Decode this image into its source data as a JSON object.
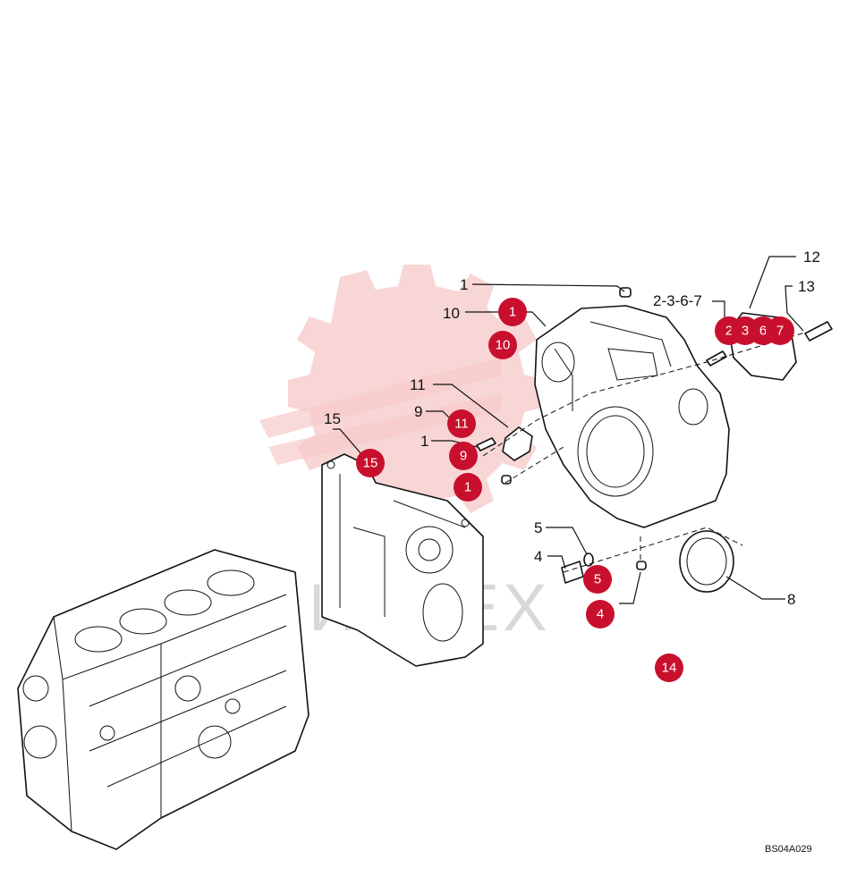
{
  "watermark": {
    "text": "ИНТЕХ",
    "color": "#f2b5b5"
  },
  "drawing_code": "BS04A029",
  "accent_color": "#c8102e",
  "callouts": [
    {
      "id": "c-1-top",
      "label": "1"
    },
    {
      "id": "c-10",
      "label": "10"
    },
    {
      "id": "c-2367",
      "label": "2-3-6-7"
    },
    {
      "id": "c-12",
      "label": "12"
    },
    {
      "id": "c-13",
      "label": "13"
    },
    {
      "id": "c-11",
      "label": "11"
    },
    {
      "id": "c-9",
      "label": "9"
    },
    {
      "id": "c-1-mid",
      "label": "1"
    },
    {
      "id": "c-15",
      "label": "15"
    },
    {
      "id": "c-5",
      "label": "5"
    },
    {
      "id": "c-4",
      "label": "4"
    },
    {
      "id": "c-8",
      "label": "8"
    }
  ],
  "badges": [
    {
      "id": "b-1-top",
      "label": "1"
    },
    {
      "id": "b-10",
      "label": "10"
    },
    {
      "id": "b-2",
      "label": "2"
    },
    {
      "id": "b-6",
      "label": "6"
    },
    {
      "id": "b-7",
      "label": "7"
    },
    {
      "id": "b-3",
      "label": "3"
    },
    {
      "id": "b-11",
      "label": "11"
    },
    {
      "id": "b-9",
      "label": "9"
    },
    {
      "id": "b-15",
      "label": "15"
    },
    {
      "id": "b-1-mid",
      "label": "1"
    },
    {
      "id": "b-5",
      "label": "5"
    },
    {
      "id": "b-4",
      "label": "4"
    },
    {
      "id": "b-14",
      "label": "14"
    }
  ]
}
